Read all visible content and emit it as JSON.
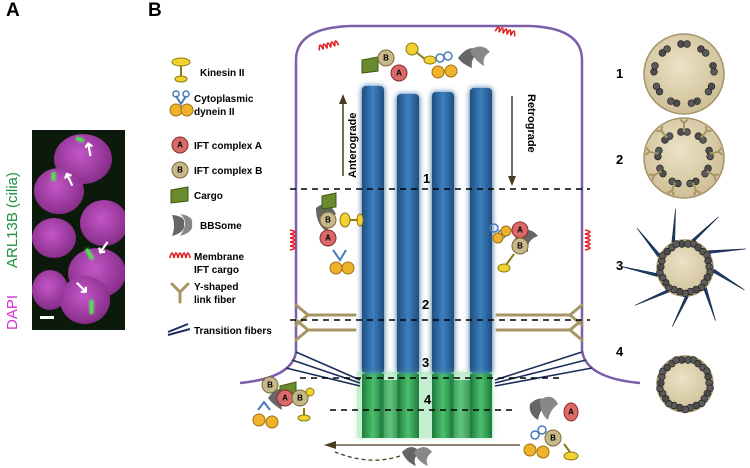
{
  "panels": {
    "a": "A",
    "b": "B"
  },
  "micrograph": {
    "label_dapi": "DAPI",
    "label_arl": "ARL13B (cilia)"
  },
  "legend": {
    "kinesin": "Kinesin II",
    "dynein_1": "Cytoplasmic",
    "dynein_2": "dynein II",
    "ift_a": "IFT complex A",
    "ift_b": "IFT complex B",
    "cargo": "Cargo",
    "bbsome": "BBSome",
    "membrane_1": "Membrane",
    "membrane_2": "IFT cargo",
    "yshaped_1": "Y-shaped",
    "yshaped_2": "link fiber",
    "transition": "Transition fibers"
  },
  "badges": {
    "a": "A",
    "b": "B"
  },
  "directions": {
    "anterograde": "Anterograde",
    "retrograde": "Retrograde"
  },
  "levels": [
    "1",
    "2",
    "3",
    "4"
  ],
  "cross_sections": [
    "1",
    "2",
    "3",
    "4"
  ],
  "colors": {
    "microtubule": "#2f6aa3",
    "transition_zone": "#3aa35c",
    "membrane": "#7c5fa8",
    "section_fill": "#d9ccaa",
    "ift_a": "#d96a6a",
    "ift_b": "#c8b98a",
    "kinesin": "#f2d230",
    "dynein": "#f0b22a",
    "cargo": "#6a8a2e",
    "bbsome": "#666666",
    "membrane_cargo": "#e02020",
    "link_fiber": "#a89565",
    "transition_fiber": "#1a2f5c"
  }
}
